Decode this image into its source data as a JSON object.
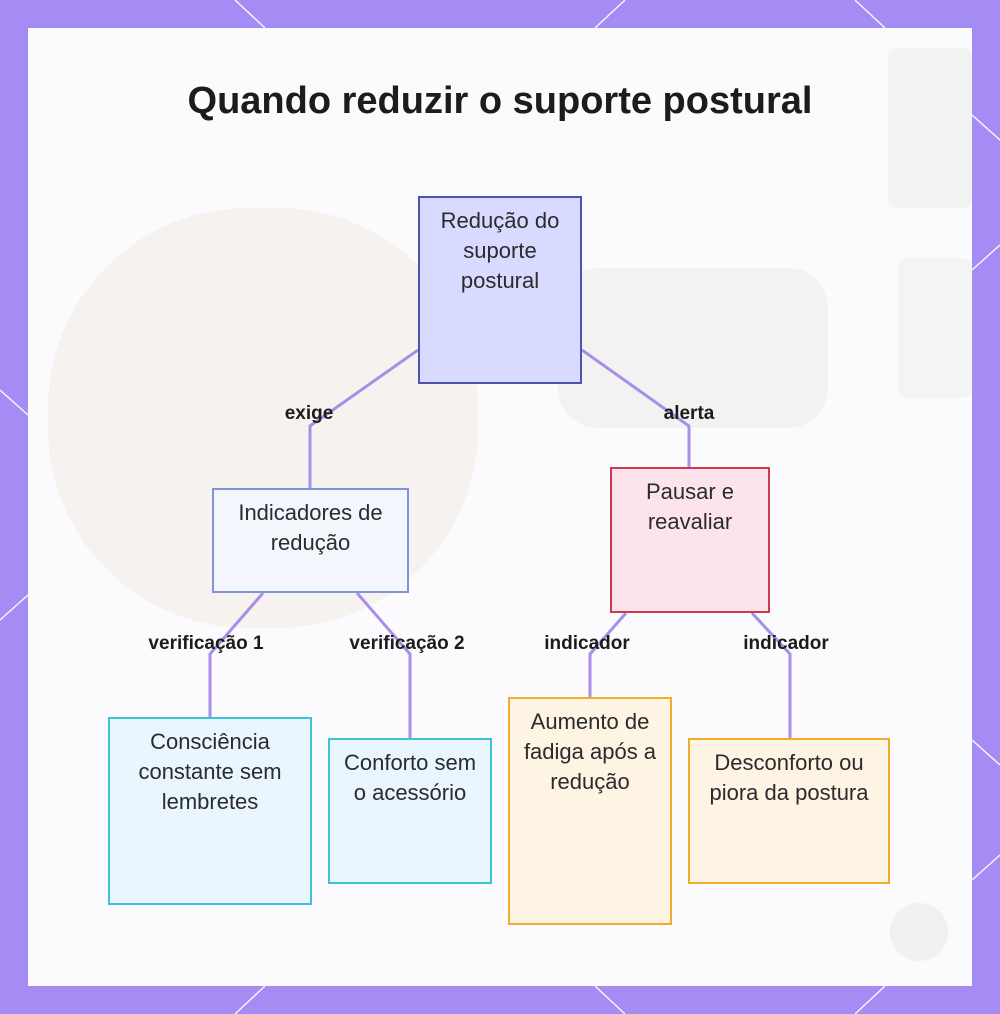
{
  "title": "Quando reduzir o suporte postural",
  "colors": {
    "frame": "#a58cf5",
    "connector": "#a98ee8",
    "root_fill": "#d8dbff",
    "root_border": "#4b55b0",
    "alert_fill": "#fde4ec",
    "alert_border": "#c93b4f",
    "check_fill": "#e9f6fd",
    "check_border": "#3ec1d9",
    "indicator_fill": "#fdf4e4",
    "indicator_border": "#f2ac2c"
  },
  "nodes": {
    "root": "Redução do suporte postural",
    "indicators": "Indicadores de redução",
    "pause": "Pausar e reavaliar",
    "awareness": "Consciência constante sem lembretes",
    "comfort": "Conforto sem o acessório",
    "fatigue": "Aumento de fadiga após a redução",
    "discomfort": "Desconforto ou piora da postura"
  },
  "edges": {
    "root_indicators": "exige",
    "root_pause": "alerta",
    "indicators_awareness": "verificação 1",
    "indicators_comfort": "verificação 2",
    "pause_fatigue": "indicador",
    "pause_discomfort": "indicador"
  }
}
